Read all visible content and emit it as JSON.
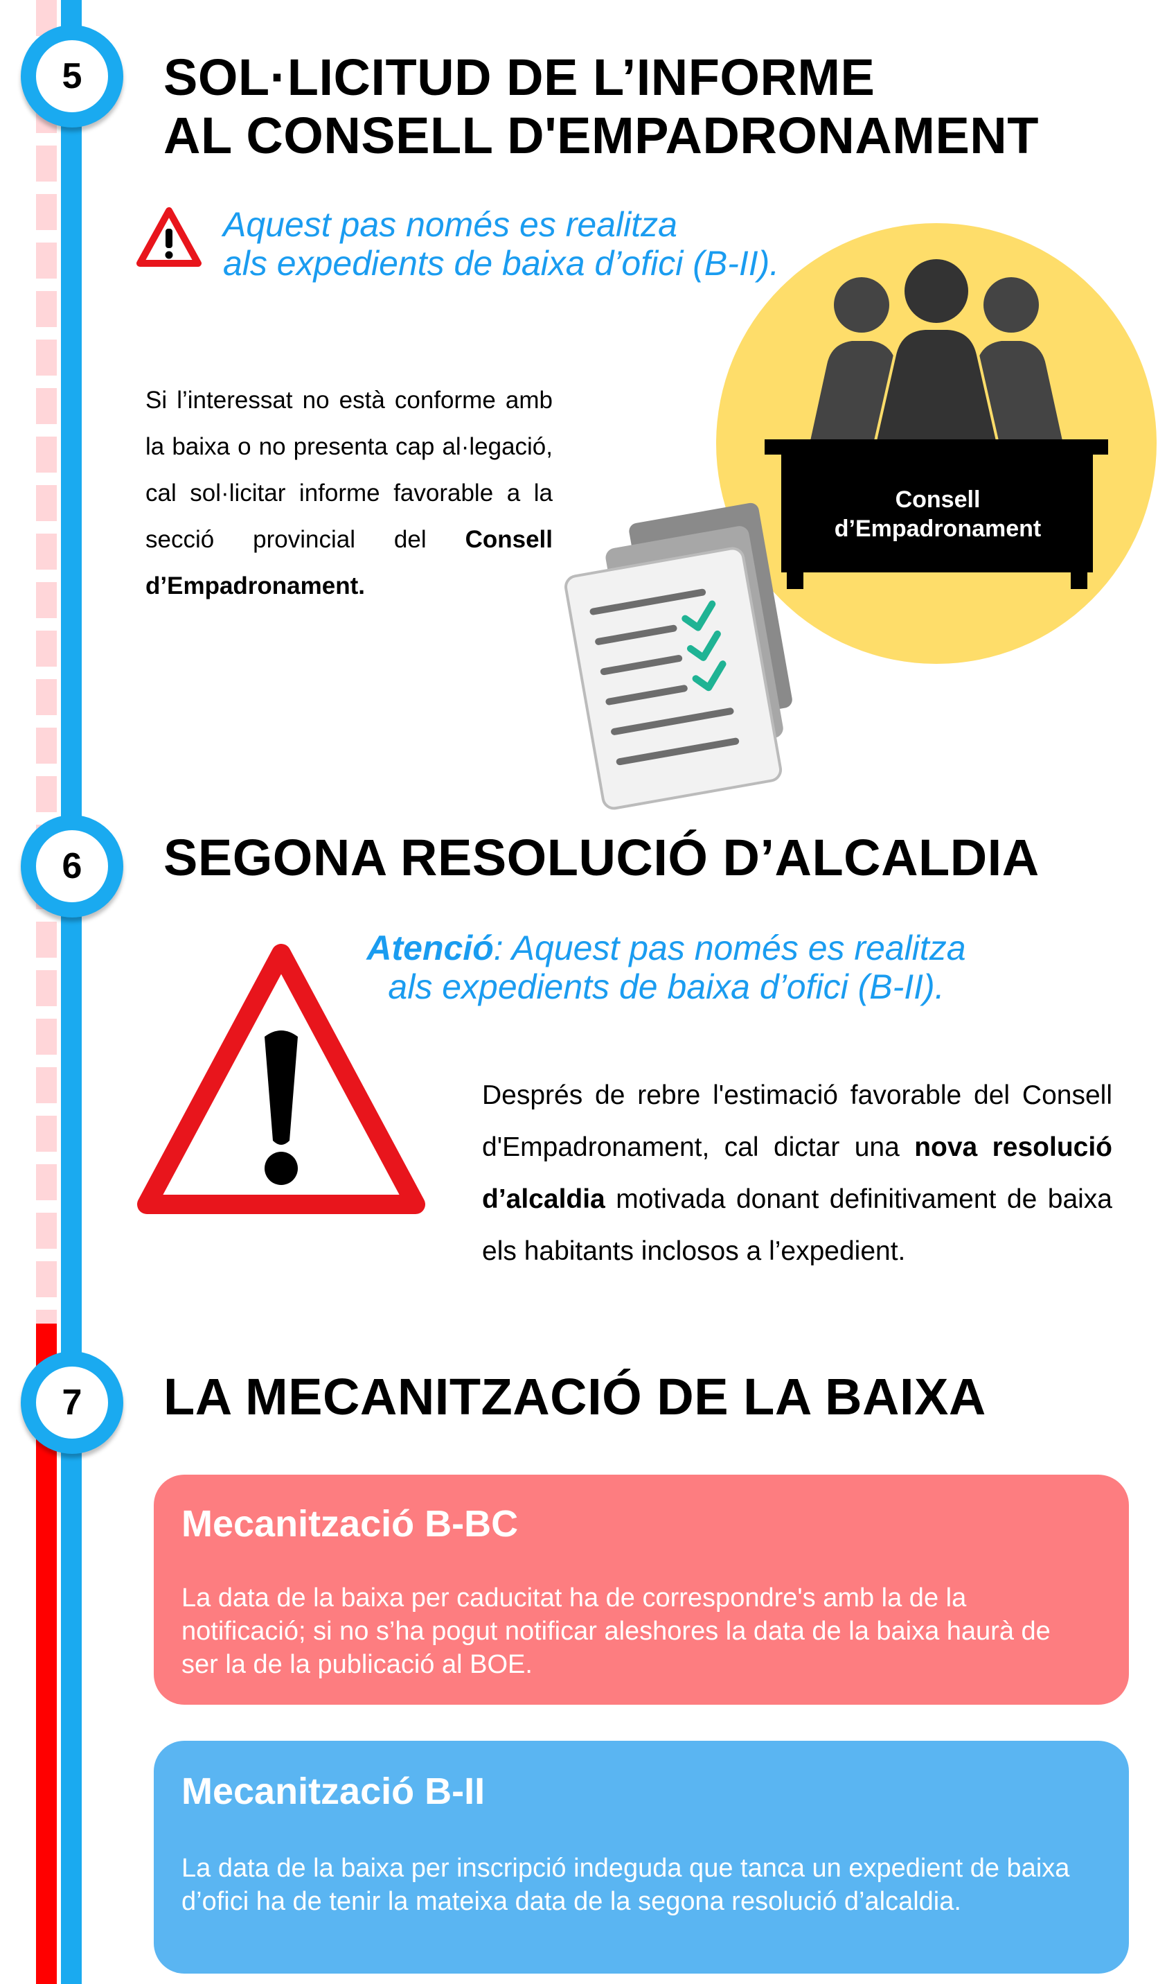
{
  "steps": [
    {
      "number": "5",
      "title_line1": "SOL·LICITUD DE L’INFORME",
      "title_line2": "AL CONSELL D'EMPADRONAMENT",
      "note_line1": "Aquest pas només es realitza",
      "note_line2": "als expedients de baixa d’ofici (B-II).",
      "body_text": "Si l’interessat no està conforme amb la baixa o no presenta cap al·legació, cal sol·licitar informe favorable a la secció provincial del",
      "body_bold": "Consell d’Empadronament.",
      "illustration_label_line1": "Consell",
      "illustration_label_line2": "d’Empadronament"
    },
    {
      "number": "6",
      "title": "SEGONA RESOLUCIÓ D’ALCALDIA",
      "note_bold": "Atenció",
      "note_rest": ": Aquest pas només es realitza",
      "note_line2": "als expedients de baixa d’ofici (B-II).",
      "body_part1": "Després de rebre l'estimació favorable del Consell d'Empadronament, cal dictar una",
      "body_bold": "nova resolució d’alcaldia",
      "body_part2": "motivada donant definitivament de baixa els habitants inclosos a l’expedient."
    },
    {
      "number": "7",
      "title": "LA MECANITZACIÓ DE LA BAIXA",
      "cards": [
        {
          "title": "Mecanització B-BC",
          "text": "La data de la baixa per caducitat ha de correspondre's amb la de la notificació; si no s’ha pogut notificar aleshores la data de la baixa haurà de ser la de la publicació al BOE.",
          "color": "#fd7d80"
        },
        {
          "title": "Mecanització B-II",
          "text": "La data de la baixa per inscripció indeguda que tanca un expedient de baixa d’ofici ha de tenir la mateixa data de la segona resolució d’alcaldia.",
          "color": "#5ab5f2"
        }
      ]
    }
  ],
  "colors": {
    "timeline_blue": "#1aaaf0",
    "timeline_red": "#ff0000",
    "timeline_pink": "#ffd6d9",
    "note_blue": "#1a9cf0",
    "warning_red": "#e8151c",
    "circle_yellow": "#fedd6a",
    "check_green": "#1fb394"
  },
  "icons": [
    "warning-icon",
    "council-people-icon",
    "documents-checklist-icon",
    "large-warning-icon"
  ]
}
